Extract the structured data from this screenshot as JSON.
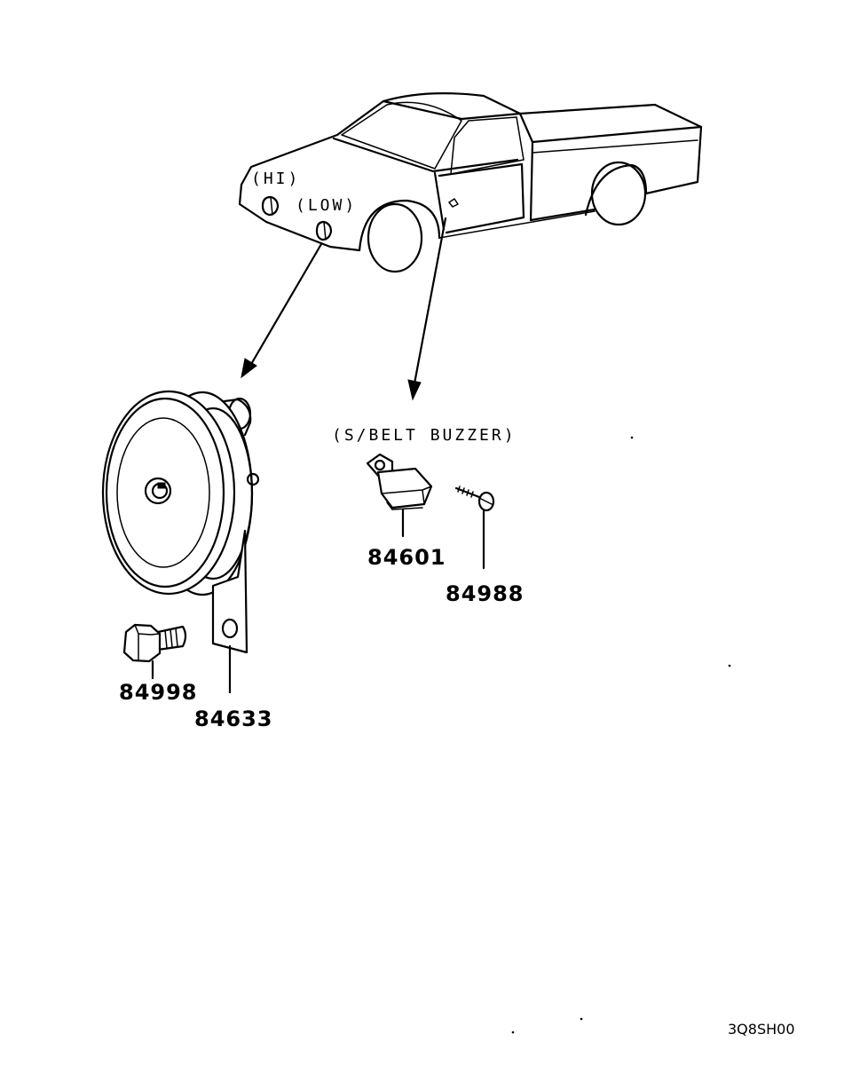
{
  "truck_callouts": {
    "hi": "(HI)",
    "low": "(LOW)"
  },
  "buzzer_callout": "(S/BELT BUZZER)",
  "parts": {
    "horn": "84633",
    "horn_bolt": "84998",
    "buzzer": "84601",
    "buzzer_screw": "84988"
  },
  "diagram_code": "3Q8SH00"
}
